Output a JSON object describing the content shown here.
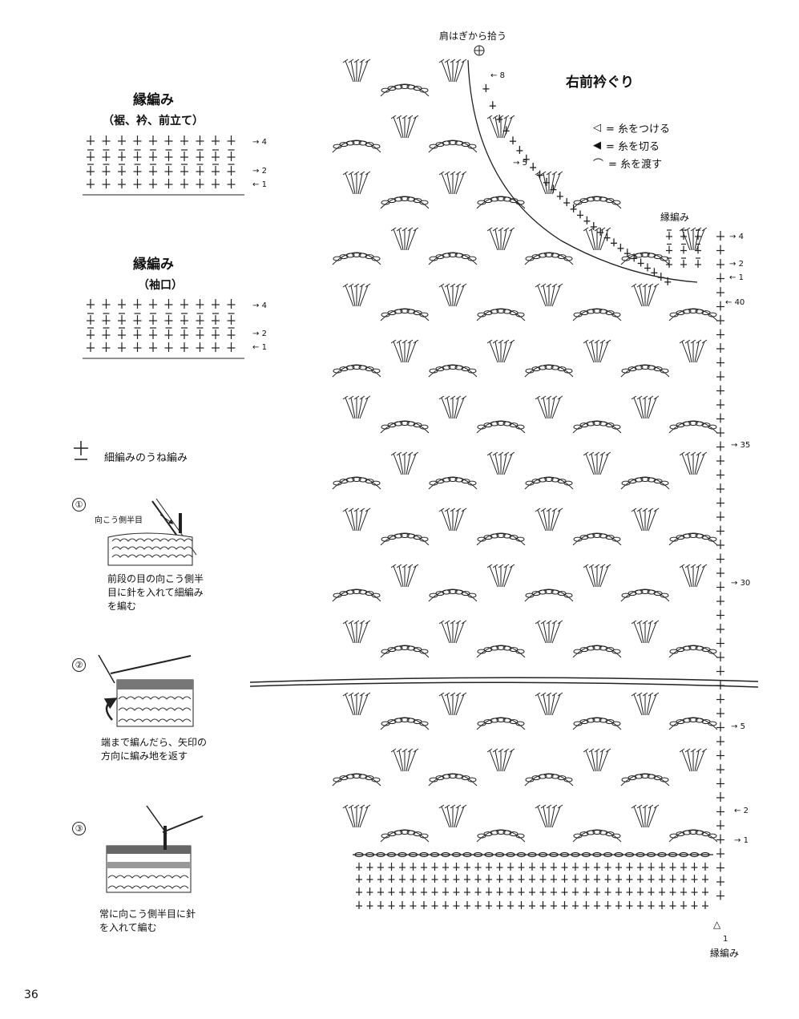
{
  "left": {
    "block1": {
      "title": "縁編み",
      "subtitle": "（裾、衿、前立て）",
      "rows": [
        "4",
        "2",
        "1"
      ]
    },
    "block2": {
      "title": "縁編み",
      "subtitle": "（袖口）",
      "rows": [
        "4",
        "2",
        "1"
      ]
    },
    "ridge_legend": "細編みのうね編み",
    "steps": [
      {
        "num": "①",
        "label": "向こう側半目",
        "caption": [
          "前段の目の向こう側半",
          "目に針を入れて細編み",
          "を編む"
        ]
      },
      {
        "num": "②",
        "caption": [
          "端まで編んだら、矢印の",
          "方向に編み地を返す"
        ]
      },
      {
        "num": "③",
        "caption": [
          "常に向こう側半目に針",
          "を入れて編む"
        ]
      }
    ]
  },
  "chart": {
    "shoulder_label": "肩はぎから拾う",
    "title": "右前衿ぐり",
    "legend": [
      {
        "sym": "◁",
        "text": "= 糸をつける"
      },
      {
        "sym": "◀",
        "text": "= 糸を切る"
      },
      {
        "sym": "⌒",
        "text": "= 糸を渡す"
      }
    ],
    "edging_label": "縁編み",
    "edging_label_bottom": "縁編み",
    "neck_rows": [
      "8",
      "5"
    ],
    "edge_rows": [
      "4",
      "2",
      "1"
    ],
    "side_rows": [
      "40",
      "35",
      "30",
      "5",
      "2",
      "1"
    ],
    "bottom_arrow_num": "1"
  },
  "page_number": "36"
}
